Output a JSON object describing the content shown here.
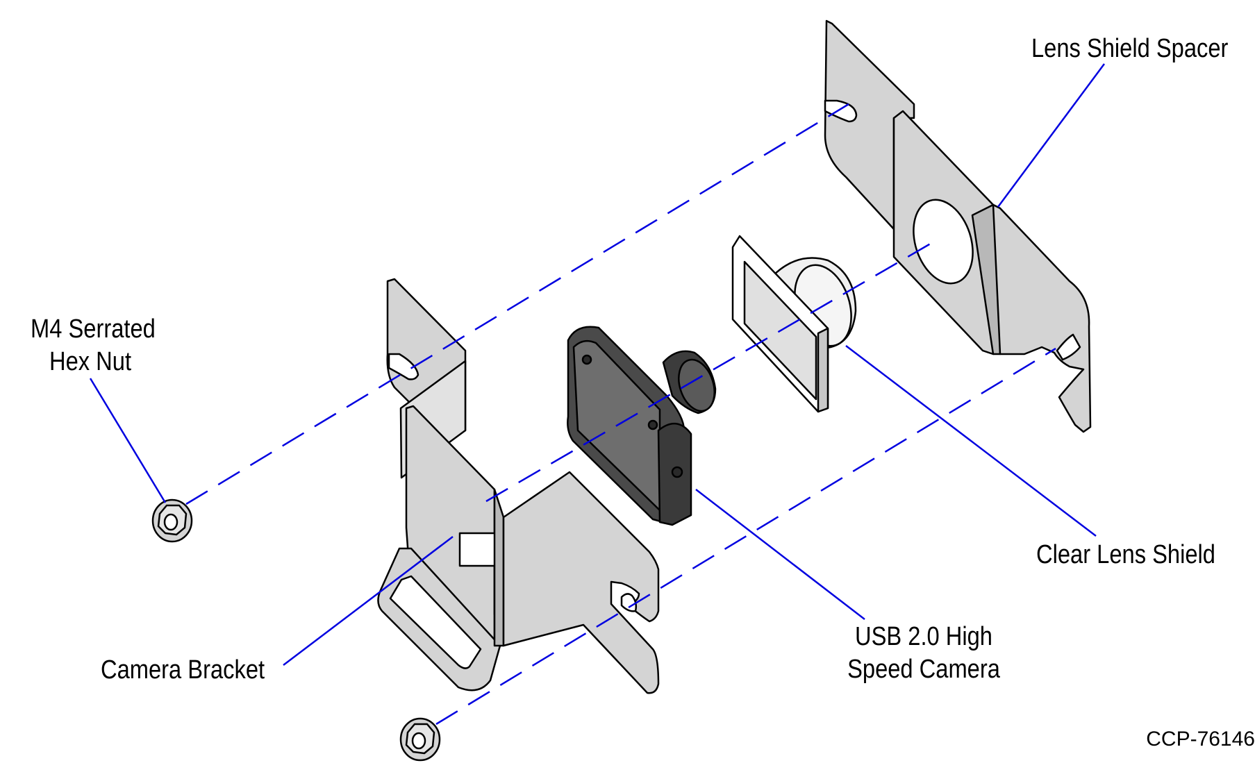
{
  "labels": {
    "lens_shield_spacer": "Lens Shield Spacer",
    "hex_nut_line1": "M4 Serrated",
    "hex_nut_line2": "Hex Nut",
    "clear_lens_shield": "Clear Lens Shield",
    "camera_line1": "USB 2.0 High",
    "camera_line2": "Speed Camera",
    "camera_bracket": "Camera Bracket"
  },
  "drawing_id": "CCP-76146",
  "colors": {
    "leader": "#0000e0",
    "part_fill": "#d4d4d4",
    "part_shade": "#b8b8b8",
    "outline": "#000000",
    "camera_body": "#4a4a4a",
    "camera_face": "#6e6e6e",
    "lens_light": "#efefef"
  }
}
